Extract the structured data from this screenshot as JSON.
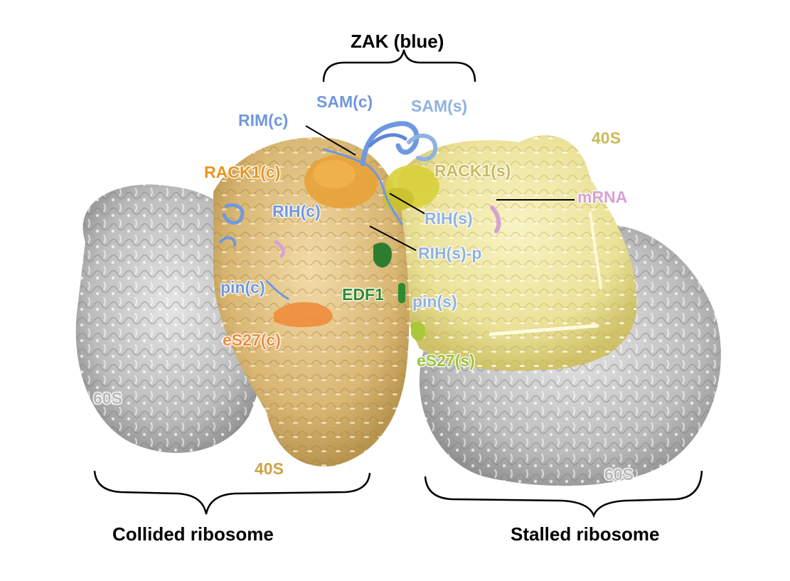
{
  "labels": {
    "zak": "ZAK (blue)",
    "sam_c": "SAM(c)",
    "sam_s": "SAM(s)",
    "rim_c": "RIM(c)",
    "s40_top": "40S",
    "rack1_c": "RACK1(c)",
    "rack1_s": "RACK1(s)",
    "mrna": "mRNA",
    "rih_c": "RIH(c)",
    "rih_s": "RIH(s)",
    "rih_s_p": "RIH(s)-p",
    "pin_c": "pin(c)",
    "edf1": "EDF1",
    "pin_s": "pin(s)",
    "es27_c": "eS27(c)",
    "es27_s": "eS27(s)",
    "s60_left": "60S",
    "s40_bottom": "40S",
    "s60_right": "60S",
    "collided": "Collided ribosome",
    "stalled": "Stalled ribosome"
  },
  "colors": {
    "zak_blue": "#6f98e0",
    "zak_light_blue": "#8fb2e0",
    "rack1_c_orange": "#e8961e",
    "rack1_s_khaki": "#c9bb5a",
    "s40_gold": "#cba446",
    "mrna_pink": "#d7a1d4",
    "edf1_green": "#2e8b2e",
    "es27_c_orange": "#ef8c3c",
    "es27_s_green": "#9cc33a",
    "s60_gray": "#b8b8b8",
    "collided_40s": "#e7c98c",
    "stalled_40s": "#eee59a"
  }
}
